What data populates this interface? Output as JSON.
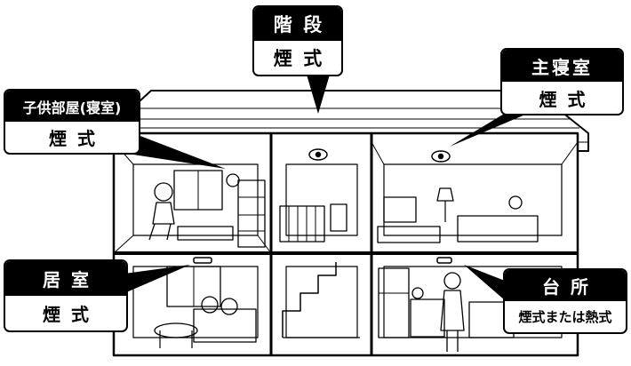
{
  "callouts": {
    "stairs": {
      "room": "階段",
      "type": "煙式"
    },
    "master": {
      "room": "主寝室",
      "type": "煙式"
    },
    "kids": {
      "room": "子供部屋(寝室)",
      "type": "煙式"
    },
    "living": {
      "room": "居室",
      "type": "煙式"
    },
    "kitchen": {
      "room": "台所",
      "type": "煙式または熱式"
    }
  }
}
